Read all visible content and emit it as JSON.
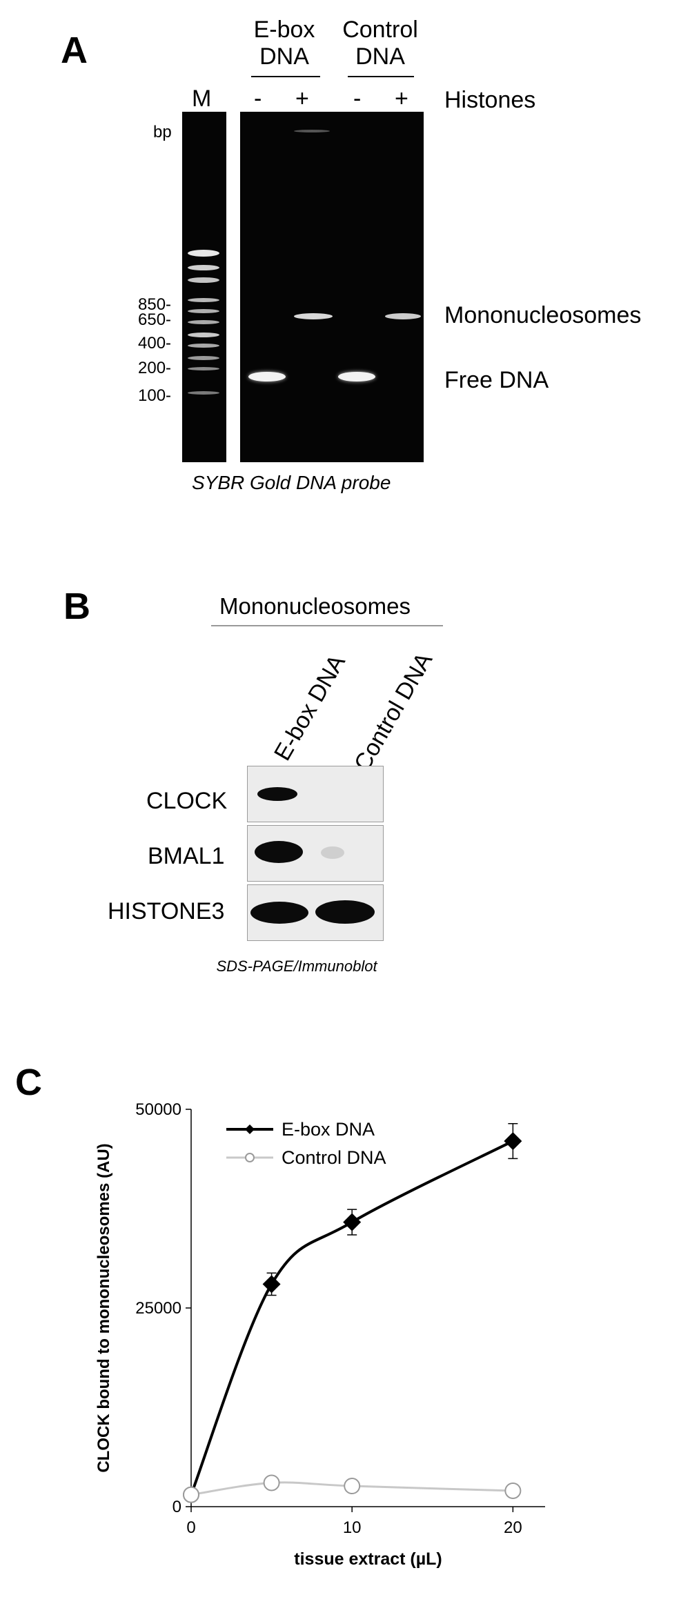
{
  "panel_a": {
    "letter": "A",
    "lane_groups": [
      {
        "line1": "E-box",
        "line2": "DNA"
      },
      {
        "line1": "Control",
        "line2": "DNA"
      }
    ],
    "marker_label": "M",
    "lane_signs": [
      "-",
      "+",
      "-",
      "+"
    ],
    "histones_label": "Histones",
    "bp_label": "bp",
    "size_markers": [
      "850-",
      "650-",
      "400-",
      "200-",
      "100-"
    ],
    "mononucleosomes_label": "Mononucleosomes",
    "free_dna_label": "Free DNA",
    "caption": "SYBR Gold DNA probe"
  },
  "panel_b": {
    "letter": "B",
    "header": "Mononucleosomes",
    "lanes": [
      "E-box DNA",
      "Control DNA"
    ],
    "rows": [
      "CLOCK",
      "BMAL1",
      "HISTONE3"
    ],
    "caption": "SDS-PAGE/Immunoblot"
  },
  "panel_c": {
    "letter": "C",
    "ylabel": "CLOCK bound to mononucleosomes (AU)",
    "xlabel": "tissue extract (µL)",
    "y_ticks": [
      "0",
      "25000",
      "50000"
    ],
    "x_ticks": [
      "0",
      "10",
      "20"
    ],
    "legend": [
      "E-box DNA",
      "Control DNA"
    ]
  },
  "chart_data": {
    "type": "line",
    "x": [
      0,
      5,
      10,
      20
    ],
    "series": [
      {
        "name": "E-box DNA",
        "values": [
          1500,
          28000,
          35800,
          46000
        ],
        "errors": [
          0,
          1400,
          1600,
          2200
        ],
        "color": "#000000",
        "marker": "filled-diamond"
      },
      {
        "name": "Control DNA",
        "values": [
          1500,
          3000,
          2600,
          2000
        ],
        "color": "#c8c8c8",
        "marker": "open-circle"
      }
    ],
    "xlabel": "tissue extract (µL)",
    "ylabel": "CLOCK bound to mononucleosomes (AU)",
    "xlim": [
      0,
      22
    ],
    "ylim": [
      0,
      50000
    ],
    "x_ticks": [
      0,
      10,
      20
    ],
    "y_ticks": [
      0,
      25000,
      50000
    ],
    "grid": false,
    "legend_position": "top-left"
  }
}
